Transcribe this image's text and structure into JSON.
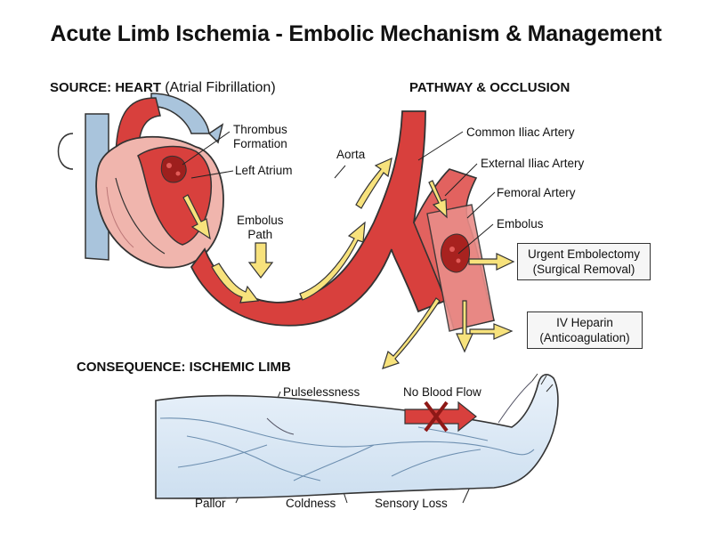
{
  "title": "Acute Limb Ischemia - Embolic Mechanism & Management",
  "headers": {
    "source_main": "SOURCE: HEART",
    "source_sub": "(Atrial Fibrillation)",
    "pathway": "PATHWAY & OCCLUSION",
    "consequence": "CONSEQUENCE: ISCHEMIC LIMB"
  },
  "heart_labels": {
    "thrombus_line1": "Thrombus",
    "thrombus_line2": "Formation",
    "left_atrium": "Left Atrium",
    "embolus_path_line1": "Embolus",
    "embolus_path_line2": "Path"
  },
  "artery_labels": {
    "aorta": "Aorta",
    "common_iliac": "Common Iliac Artery",
    "external_iliac": "External Iliac Artery",
    "femoral": "Femoral Artery",
    "embolus": "Embolus"
  },
  "management": {
    "embolectomy_line1": "Urgent Embolectomy",
    "embolectomy_line2": "(Surgical Removal)",
    "heparin_line1": "IV Heparin",
    "heparin_line2": "(Anticoagulation)"
  },
  "limb_labels": {
    "pulselessness": "Pulselessness",
    "no_blood_flow": "No Blood Flow",
    "pallor": "Pallor",
    "coldness": "Coldness",
    "sensory_loss": "Sensory Loss"
  },
  "colors": {
    "artery_red": "#d8403d",
    "artery_dark": "#b32a28",
    "heart_pink": "#f0b5ad",
    "vessel_blue": "#a9c4dc",
    "limb_blue": "#dde9f5",
    "arrow_yellow": "#f7e27c",
    "cross_red": "#c0302b"
  }
}
